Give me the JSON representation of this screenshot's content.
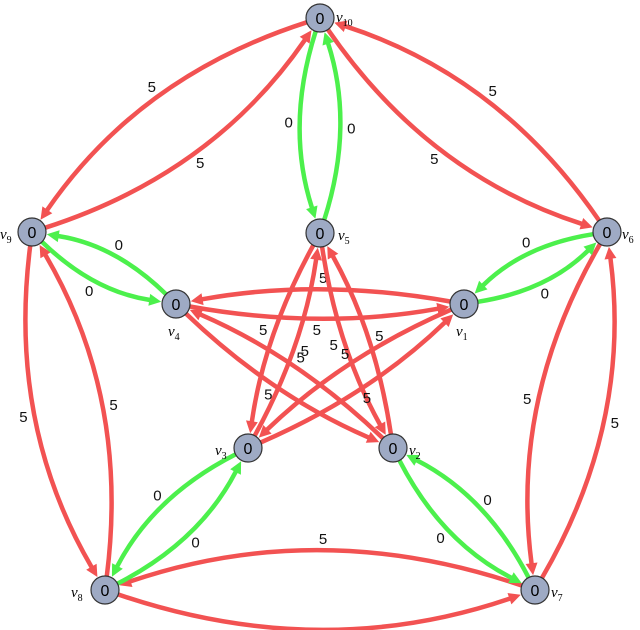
{
  "graph": {
    "colors": {
      "red": "#f25252",
      "green": "#4cf04c",
      "node_fill": "#9eaac4"
    },
    "nodes": [
      {
        "id": "v1",
        "value": "0",
        "name": "v",
        "sub": "1"
      },
      {
        "id": "v2",
        "value": "0",
        "name": "v",
        "sub": "2"
      },
      {
        "id": "v3",
        "value": "0",
        "name": "v",
        "sub": "3"
      },
      {
        "id": "v4",
        "value": "0",
        "name": "v",
        "sub": "4"
      },
      {
        "id": "v5",
        "value": "0",
        "name": "v",
        "sub": "5"
      },
      {
        "id": "v6",
        "value": "0",
        "name": "v",
        "sub": "6"
      },
      {
        "id": "v7",
        "value": "0",
        "name": "v",
        "sub": "7"
      },
      {
        "id": "v8",
        "value": "0",
        "name": "v",
        "sub": "8"
      },
      {
        "id": "v9",
        "value": "0",
        "name": "v",
        "sub": "9"
      },
      {
        "id": "v10",
        "value": "0",
        "name": "v",
        "sub": "10"
      }
    ],
    "edges": [
      {
        "from": "v10",
        "to": "v9",
        "weight": "5",
        "color": "red"
      },
      {
        "from": "v9",
        "to": "v10",
        "weight": "5",
        "color": "red"
      },
      {
        "from": "v10",
        "to": "v6",
        "weight": "5",
        "color": "red"
      },
      {
        "from": "v6",
        "to": "v10",
        "weight": "5",
        "color": "red"
      },
      {
        "from": "v9",
        "to": "v8",
        "weight": "5",
        "color": "red"
      },
      {
        "from": "v8",
        "to": "v9",
        "weight": "5",
        "color": "red"
      },
      {
        "from": "v6",
        "to": "v7",
        "weight": "5",
        "color": "red"
      },
      {
        "from": "v7",
        "to": "v6",
        "weight": "5",
        "color": "red"
      },
      {
        "from": "v8",
        "to": "v7",
        "weight": "5",
        "color": "red"
      },
      {
        "from": "v7",
        "to": "v8",
        "weight": "5",
        "color": "red"
      },
      {
        "from": "v10",
        "to": "v5",
        "weight": "0",
        "color": "green"
      },
      {
        "from": "v5",
        "to": "v10",
        "weight": "0",
        "color": "green"
      },
      {
        "from": "v9",
        "to": "v4",
        "weight": "0",
        "color": "green"
      },
      {
        "from": "v4",
        "to": "v9",
        "weight": "0",
        "color": "green"
      },
      {
        "from": "v6",
        "to": "v1",
        "weight": "0",
        "color": "green"
      },
      {
        "from": "v1",
        "to": "v6",
        "weight": "0",
        "color": "green"
      },
      {
        "from": "v8",
        "to": "v3",
        "weight": "0",
        "color": "green"
      },
      {
        "from": "v3",
        "to": "v8",
        "weight": "0",
        "color": "green"
      },
      {
        "from": "v7",
        "to": "v2",
        "weight": "0",
        "color": "green"
      },
      {
        "from": "v2",
        "to": "v7",
        "weight": "0",
        "color": "green"
      },
      {
        "from": "v4",
        "to": "v1",
        "weight": "5",
        "color": "red"
      },
      {
        "from": "v1",
        "to": "v4",
        "weight": "5",
        "color": "red"
      },
      {
        "from": "v5",
        "to": "v3",
        "weight": "5",
        "color": "red"
      },
      {
        "from": "v3",
        "to": "v5",
        "weight": "5",
        "color": "red"
      },
      {
        "from": "v5",
        "to": "v2",
        "weight": "5",
        "color": "red"
      },
      {
        "from": "v2",
        "to": "v5",
        "weight": "5",
        "color": "red"
      },
      {
        "from": "v4",
        "to": "v2",
        "weight": "5",
        "color": "red"
      },
      {
        "from": "v2",
        "to": "v4",
        "weight": "5",
        "color": "red"
      },
      {
        "from": "v1",
        "to": "v3",
        "weight": "5",
        "color": "red"
      },
      {
        "from": "v3",
        "to": "v1",
        "weight": "5",
        "color": "red"
      }
    ]
  }
}
